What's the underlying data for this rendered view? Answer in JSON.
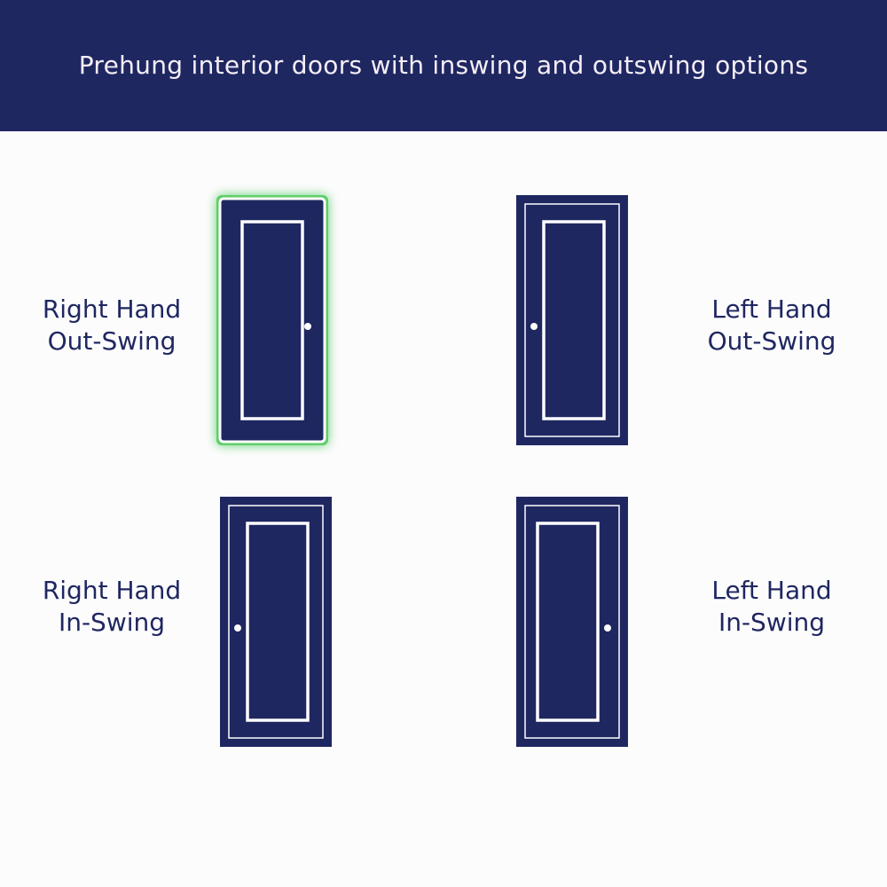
{
  "header": {
    "title": "Prehung interior doors with inswing and outswing options"
  },
  "colors": {
    "navy": "#1f2761",
    "white": "#ffffff",
    "highlight": "#5fce6a",
    "background": "#fdfcfd"
  },
  "doors": [
    {
      "id": "right-hand-out-swing",
      "label_line1": "Right Hand",
      "label_line2": "Out-Swing",
      "knob_side": "right",
      "highlighted": true
    },
    {
      "id": "left-hand-out-swing",
      "label_line1": "Left Hand",
      "label_line2": "Out-Swing",
      "knob_side": "left",
      "highlighted": false
    },
    {
      "id": "right-hand-in-swing",
      "label_line1": "Right Hand",
      "label_line2": "In-Swing",
      "knob_side": "left",
      "highlighted": false
    },
    {
      "id": "left-hand-in-swing",
      "label_line1": "Left Hand",
      "label_line2": "In-Swing",
      "knob_side": "right",
      "highlighted": false
    }
  ]
}
